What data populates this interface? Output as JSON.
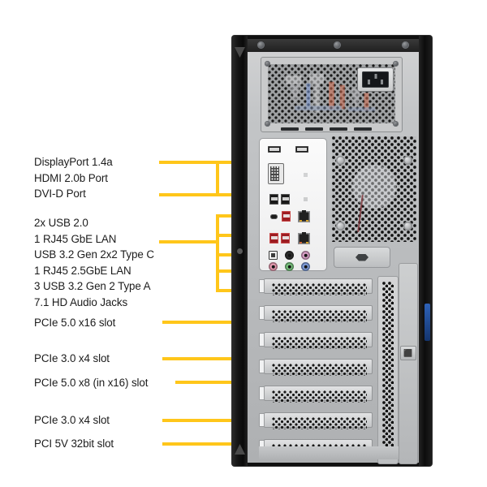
{
  "diagram": {
    "title": "Rear I/O and expansion slot callout diagram",
    "accent_color": "#FFC61A",
    "text_color": "#1c1c1c",
    "background_color": "#ffffff"
  },
  "callouts": {
    "video_group": {
      "name": "video-ports-group",
      "lines": [
        "DisplayPort 1.4a",
        "HDMI 2.0b Port",
        "DVI-D Port"
      ]
    },
    "io_group": {
      "name": "rear-io-ports-group",
      "lines": [
        "2x USB 2.0",
        "1 RJ45 GbE LAN",
        "USB 3.2 Gen 2x2 Type C",
        "1 RJ45 2.5GbE LAN",
        "3 USB 3.2 Gen 2 Type A",
        "7.1 HD Audio Jacks"
      ]
    },
    "slots": [
      {
        "name": "pcie-5-x16-slot",
        "label": "PCIe 5.0 x16 slot"
      },
      {
        "name": "pcie-3-x4-slot-upper",
        "label": "PCIe 3.0 x4 slot"
      },
      {
        "name": "pcie-5-x8-slot",
        "label": "PCIe 5.0 x8 (in x16) slot"
      },
      {
        "name": "pcie-3-x4-slot-lower",
        "label": "PCIe 3.0 x4 slot"
      },
      {
        "name": "pci-5v-32bit-slot",
        "label": "PCI 5V 32bit slot"
      }
    ]
  },
  "chassis": {
    "name": "desktop-tower-rear-panel",
    "psu": {
      "name": "power-supply-unit",
      "inlet": "iec-c14-power-inlet",
      "vent": "honeycomb-mesh-vent"
    },
    "io_shield": {
      "name": "motherboard-io-shield",
      "ports": [
        {
          "name": "displayport-port",
          "type": "dp",
          "color": "#1b1b1b"
        },
        {
          "name": "hdmi-port",
          "type": "hdmi",
          "color": "#1b1b1b"
        },
        {
          "name": "dvi-d-port",
          "type": "dvi",
          "color": "#e8e8e8"
        },
        {
          "name": "usb-2-0-port-1",
          "type": "usb",
          "color": "#191919"
        },
        {
          "name": "usb-2-0-port-2",
          "type": "usb",
          "color": "#191919"
        },
        {
          "name": "usb-c-3-2-gen-2x2-port",
          "type": "typec",
          "color": "#1b1b1b"
        },
        {
          "name": "usb-3-2-gen-2-port-1",
          "type": "usb",
          "color": "#9d1c22"
        },
        {
          "name": "rj45-gbe-lan-port",
          "type": "rj45",
          "color": "#202020"
        },
        {
          "name": "usb-3-2-gen-2-port-2",
          "type": "usb",
          "color": "#9d1c22"
        },
        {
          "name": "usb-3-2-gen-2-port-3",
          "type": "usb",
          "color": "#9d1c22"
        },
        {
          "name": "rj45-2-5gbe-lan-port",
          "type": "rj45",
          "color": "#202020"
        },
        {
          "name": "optical-spdif-port",
          "type": "spdif",
          "color": "#f2f2f2"
        }
      ],
      "audio_jacks": [
        {
          "name": "audio-jack-side-surround",
          "color": "#cf8ab0"
        },
        {
          "name": "audio-jack-center-subwoofer",
          "color": "#2b2b2b"
        },
        {
          "name": "audio-jack-rear-surround",
          "color": "#d9a0c8"
        },
        {
          "name": "audio-jack-mic-in",
          "color": "#e79ab0"
        },
        {
          "name": "audio-jack-line-out",
          "color": "#79c27e"
        },
        {
          "name": "audio-jack-line-in",
          "color": "#7f9ddb"
        }
      ]
    },
    "fan": {
      "name": "rear-exhaust-fan-grille",
      "screws": 4
    },
    "expansion_slots": {
      "name": "expansion-slot-covers",
      "count": 7
    },
    "side_vent": {
      "name": "side-ventilation-column"
    },
    "latch": {
      "name": "side-panel-latch",
      "glyph": "⬛"
    },
    "thumb_plate": {
      "name": "thumbscrew-plate"
    },
    "security_tab": {
      "name": "security-lock-tab"
    }
  }
}
